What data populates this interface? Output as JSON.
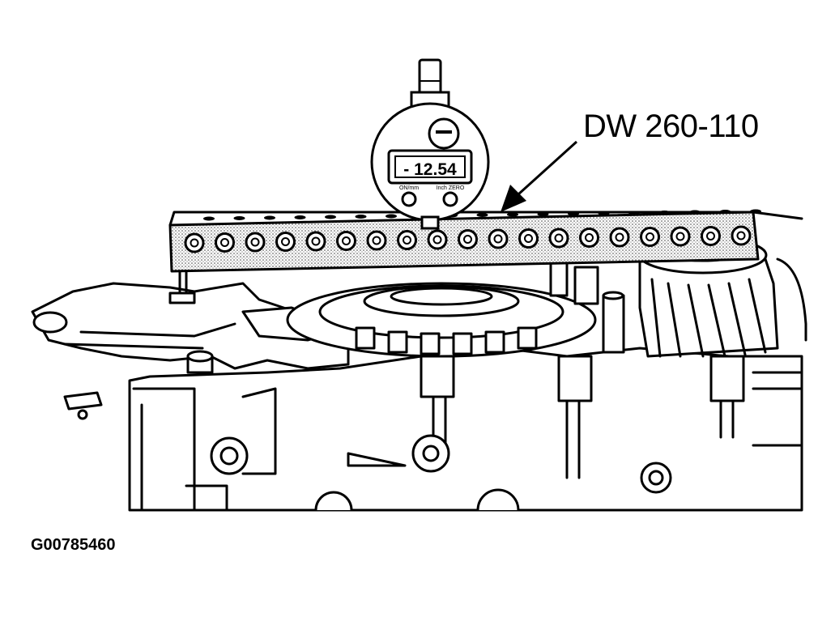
{
  "callout": {
    "label": "DW 260-110"
  },
  "gauge": {
    "reading": "- 12.54",
    "buttons": [
      "ON/mm",
      "Inch ZERO"
    ]
  },
  "figure": {
    "id": "G00785460"
  },
  "colors": {
    "ink": "#000000",
    "paper": "#ffffff",
    "stipple": "#d9d9d9"
  },
  "icons": {
    "arrow": "arrow-pointer-icon",
    "gauge": "dial-indicator-icon"
  }
}
